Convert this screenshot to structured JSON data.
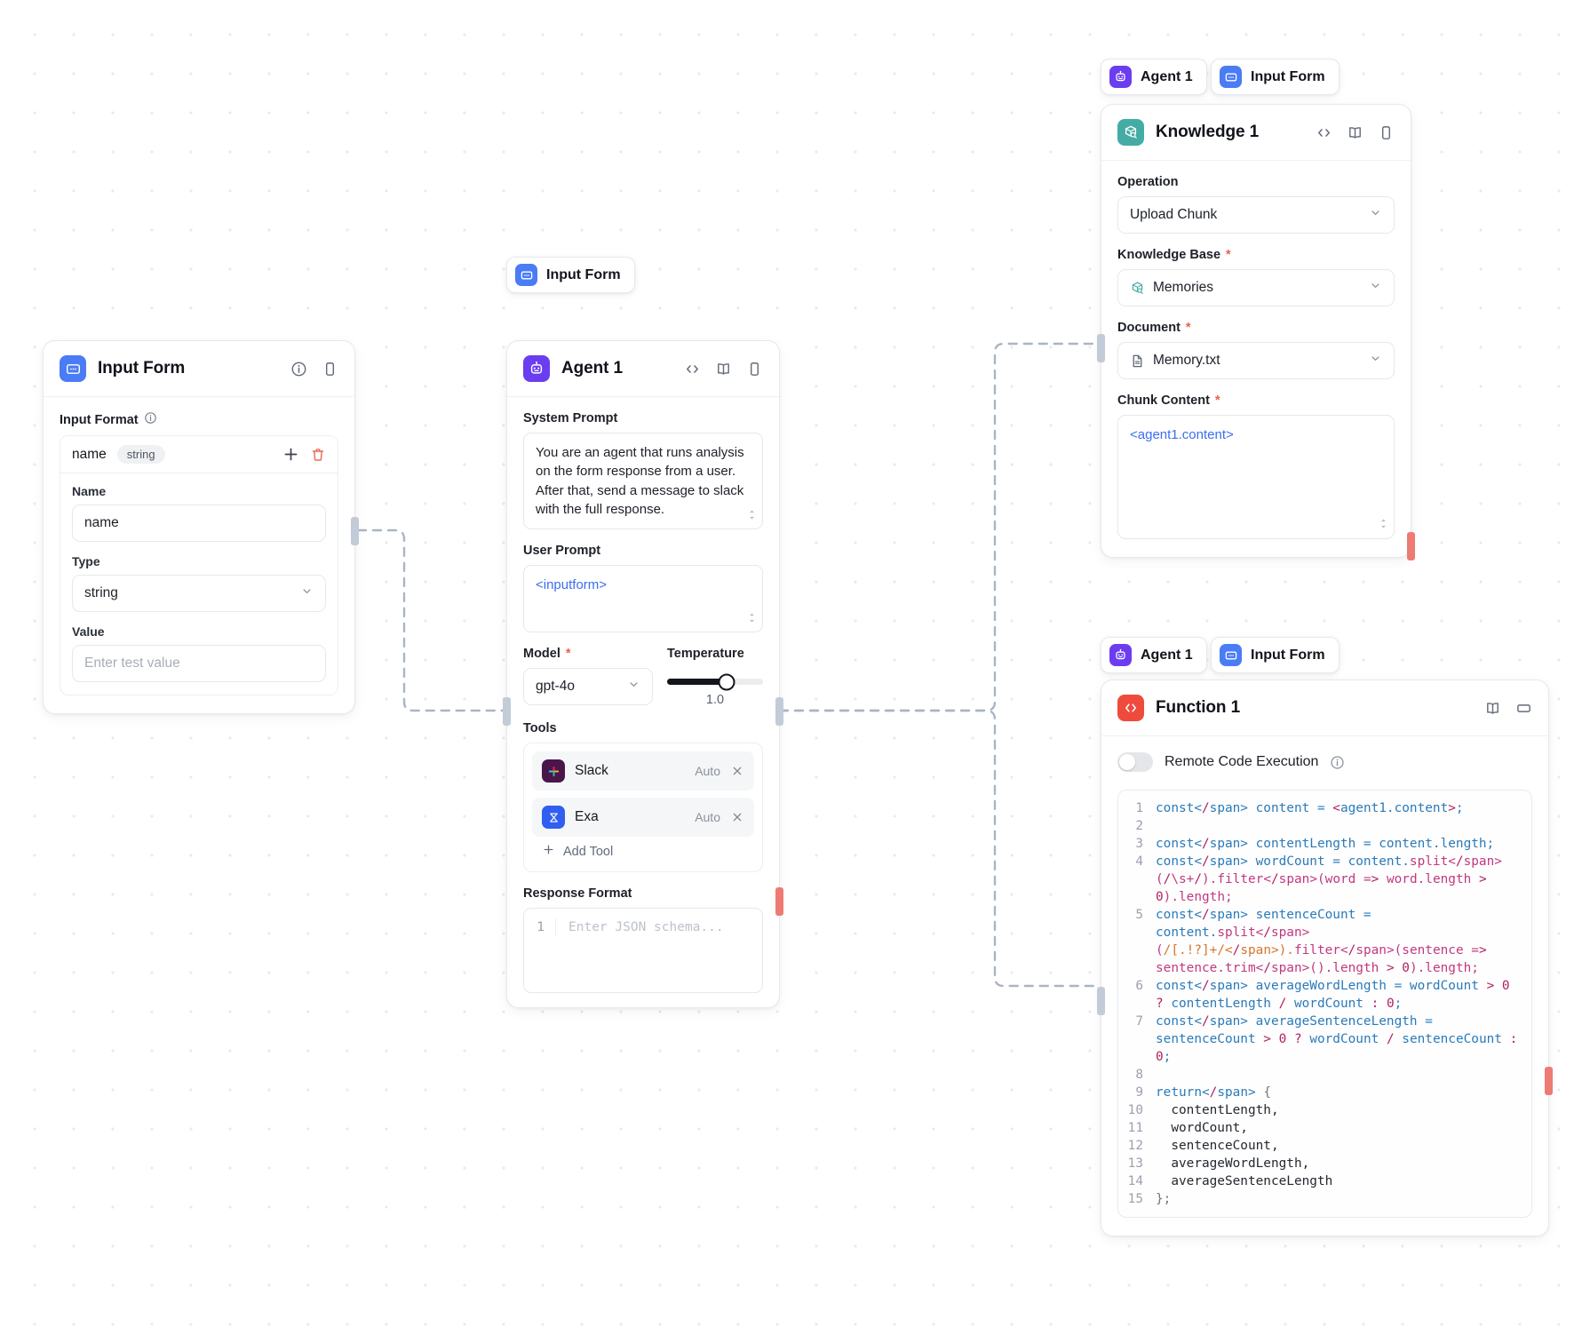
{
  "canvas": {
    "background": "#ffffff",
    "dot_color": "#e9eaec"
  },
  "colors": {
    "inputform": "#4a7cf6",
    "agent": "#6b3df0",
    "knowledge": "#44aca5",
    "function": "#ef4b3c",
    "required_star": "#e8604c",
    "reference_text": "#3b6ef0",
    "handle_out": "#ee7b73",
    "handle_in": "#c3cbd8"
  },
  "nodes": {
    "input_form": {
      "title": "Input Form",
      "icon": "input-form-icon",
      "header_icons": [
        "info-icon",
        "panel-right-icon"
      ],
      "section_label": "Input Format",
      "entry": {
        "key": "name",
        "type_pill": "string"
      },
      "fields": [
        {
          "label": "Name",
          "value": "name",
          "kind": "text"
        },
        {
          "label": "Type",
          "value": "string",
          "kind": "select"
        },
        {
          "label": "Value",
          "placeholder": "Enter test value",
          "kind": "text"
        }
      ],
      "add_label": "+",
      "delete_label": "delete"
    },
    "agent": {
      "title": "Agent 1",
      "icon": "agent-robot-icon",
      "header_icons": [
        "code-icon",
        "book-icon",
        "panel-right-icon"
      ],
      "system_prompt_label": "System Prompt",
      "system_prompt": "You are an agent that runs analysis on the form response from a user. After that, send a message to slack with the full response.",
      "user_prompt_label": "User Prompt",
      "user_prompt": "<inputform>",
      "model_label": "Model",
      "model_value": "gpt-4o",
      "temperature_label": "Temperature",
      "temperature_value": "1.0",
      "tools_label": "Tools",
      "tools": [
        {
          "name": "Slack",
          "mode": "Auto",
          "icon": "slack-icon"
        },
        {
          "name": "Exa",
          "mode": "Auto",
          "icon": "exa-icon"
        }
      ],
      "add_tool_label": "Add Tool",
      "response_format_label": "Response Format",
      "response_format_placeholder": "Enter JSON schema...",
      "response_format_line": "1"
    },
    "knowledge": {
      "title": "Knowledge 1",
      "icon": "knowledge-box-icon",
      "header_icons": [
        "code-icon",
        "book-icon",
        "panel-right-icon"
      ],
      "operation_label": "Operation",
      "operation_value": "Upload Chunk",
      "kb_label": "Knowledge Base",
      "kb_value": "Memories",
      "document_label": "Document",
      "document_value": "Memory.txt",
      "chunk_label": "Chunk Content",
      "chunk_value": "<agent1.content>",
      "parents": [
        {
          "label": "Agent 1",
          "icon": "agent-robot-icon"
        },
        {
          "label": "Input Form",
          "icon": "input-form-icon"
        }
      ]
    },
    "function": {
      "title": "Function 1",
      "icon": "function-code-icon",
      "header_icons": [
        "book-icon",
        "panel-wide-icon"
      ],
      "toggle_label": "Remote Code Execution",
      "toggle_on": false,
      "parents": [
        {
          "label": "Agent 1",
          "icon": "agent-robot-icon"
        },
        {
          "label": "Input Form",
          "icon": "input-form-icon"
        }
      ],
      "code_lines": [
        {
          "n": "1",
          "text": "const content = <agent1.content>;"
        },
        {
          "n": "2",
          "text": ""
        },
        {
          "n": "3",
          "text": "const contentLength = content.length;"
        },
        {
          "n": "4",
          "text": "const wordCount = content.split(/\\s+/).filter(word => word.length > 0).length;"
        },
        {
          "n": "5",
          "text": "const sentenceCount = content.split(/[.!?]+/).filter(sentence => sentence.trim().length > 0).length;"
        },
        {
          "n": "6",
          "text": "const averageWordLength = wordCount > 0 ? contentLength / wordCount : 0;"
        },
        {
          "n": "7",
          "text": "const averageSentenceLength = sentenceCount > 0 ? wordCount / sentenceCount : 0;"
        },
        {
          "n": "8",
          "text": ""
        },
        {
          "n": "9",
          "text": "return {"
        },
        {
          "n": "10",
          "text": "  contentLength,"
        },
        {
          "n": "11",
          "text": "  wordCount,"
        },
        {
          "n": "12",
          "text": "  sentenceCount,"
        },
        {
          "n": "13",
          "text": "  averageWordLength,"
        },
        {
          "n": "14",
          "text": "  averageSentenceLength"
        },
        {
          "n": "15",
          "text": "};"
        }
      ]
    },
    "agent_parent_tag": {
      "label": "Input Form",
      "icon": "input-form-icon"
    }
  }
}
